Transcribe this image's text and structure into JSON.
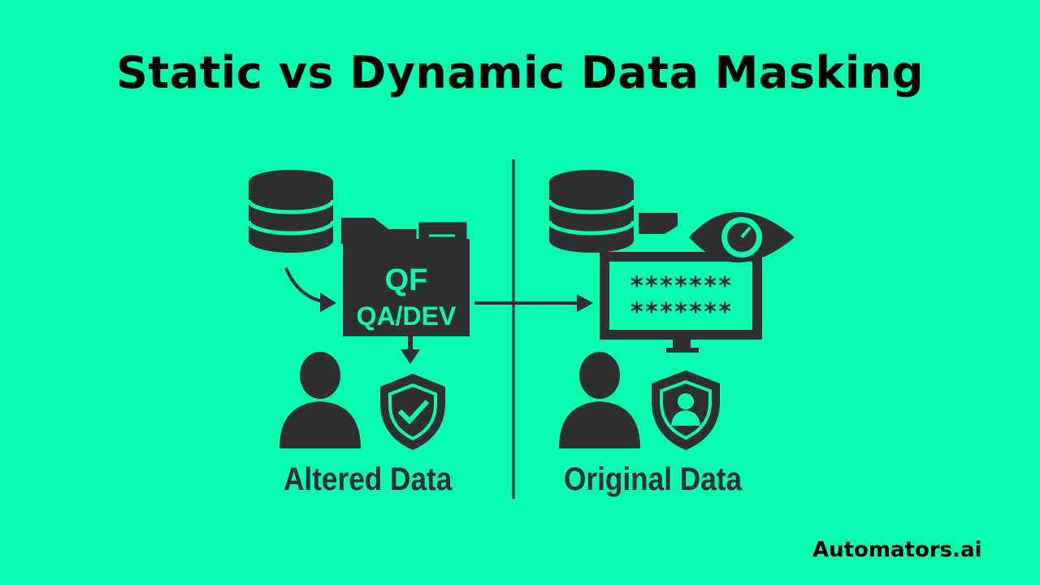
{
  "title": "Static vs Dynamic Data Masking",
  "left_panel": {
    "folder_line1": "QF",
    "folder_line2": "QA/DEV",
    "caption": "Altered Data"
  },
  "right_panel": {
    "screen_line1": "*******",
    "screen_line2": "*******",
    "caption": "Original Data"
  },
  "brand": "Automators.ai",
  "colors": {
    "background": "#09fbaf",
    "icon": "#2f2f2f",
    "text": "#000000"
  }
}
